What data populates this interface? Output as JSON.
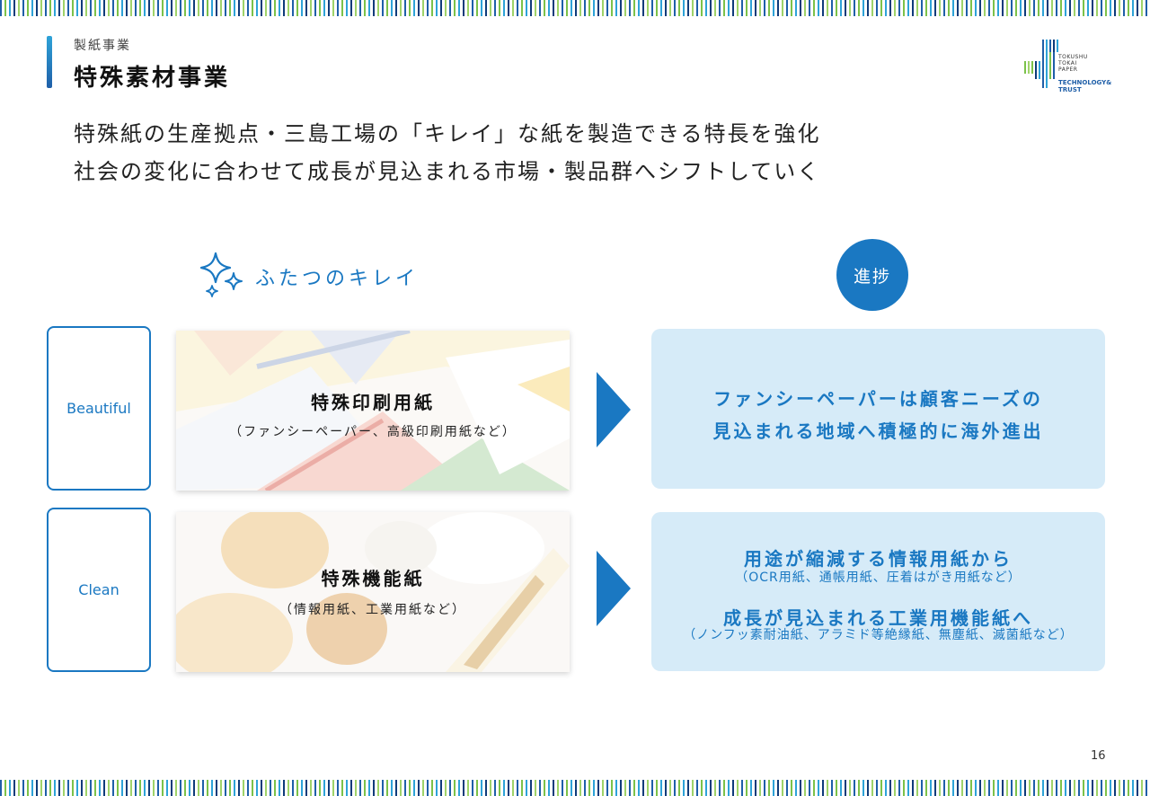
{
  "header": {
    "section_label": "製紙事業",
    "title": "特殊素材事業"
  },
  "logo": {
    "name_lines": [
      "TOKUSHU",
      "TOKAI",
      "PAPER"
    ],
    "tagline_lines": [
      "TECHNOLOGY&",
      "TRUST"
    ],
    "colors": [
      "#1f5fa8",
      "#7cc24a",
      "#2ea3d8"
    ]
  },
  "lead": {
    "line1": "特殊紙の生産拠点・三島工場の「キレイ」な紙を製造できる特長を強化",
    "line2": "社会の変化に合わせて成長が見込まれる市場・製品群へシフトしていく"
  },
  "kirei": {
    "heading": "ふたつのキレイ",
    "icon": "sparkle-icon"
  },
  "progress": {
    "label": "進捗"
  },
  "rows": [
    {
      "tag": "Beautiful",
      "product_title": "特殊印刷用紙",
      "product_sub": "（ファンシーペーパー、高級印刷用紙など）",
      "result_lines": [
        "ファンシーペーパーは顧客ニーズの",
        "見込まれる地域へ積極的に海外進出"
      ]
    },
    {
      "tag": "Clean",
      "product_title": "特殊機能紙",
      "product_sub": "（情報用紙、工業用紙など）",
      "result_title_1": "用途が縮減する情報用紙から",
      "result_sub_1": "（OCR用紙、通帳用紙、圧着はがき用紙など）",
      "result_title_2": "成長が見込まれる工業用機能紙へ",
      "result_sub_2": "（ノンフッ素耐油紙、アラミド等絶縁紙、無塵紙、滅菌紙など）"
    }
  ],
  "colors": {
    "accent": "#1a78c2",
    "result_bg": "#d6ebf8"
  },
  "page_number": "16"
}
